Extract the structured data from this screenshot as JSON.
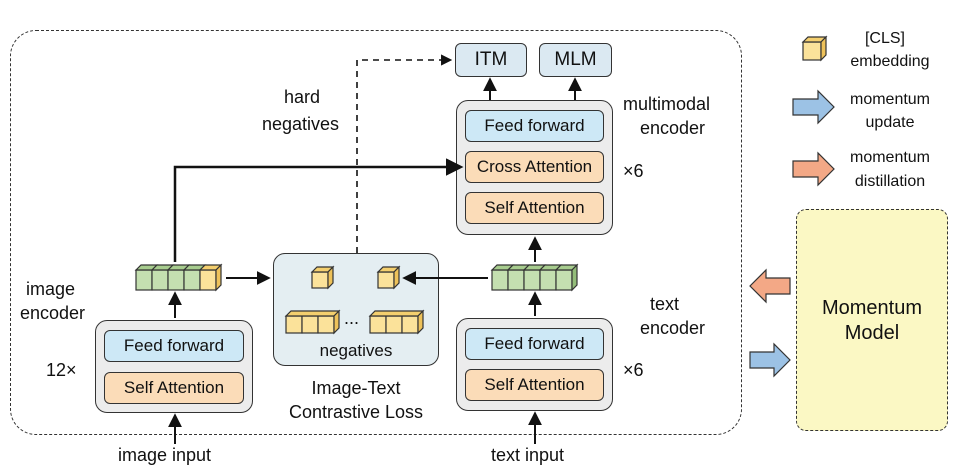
{
  "image_input": "image input",
  "text_input": "text input",
  "image_encoder": {
    "label_line1": "image",
    "label_line2": "encoder",
    "repeat": "12×",
    "feed_forward": "Feed forward",
    "self_attention": "Self Attention"
  },
  "text_encoder": {
    "label_line1": "text",
    "label_line2": "encoder",
    "repeat": "×6",
    "feed_forward": "Feed forward",
    "self_attention": "Self Attention"
  },
  "multimodal_encoder": {
    "label_line1": "multimodal",
    "label_line2": "encoder",
    "repeat": "×6",
    "feed_forward": "Feed forward",
    "cross_attention": "Cross Attention",
    "self_attention": "Self Attention"
  },
  "heads": {
    "itm": "ITM",
    "mlm": "MLM"
  },
  "hard_negatives": {
    "line1": "hard",
    "line2": "negatives"
  },
  "contrastive": {
    "negatives": "negatives",
    "ellipsis": "...",
    "loss_line1": "Image-Text",
    "loss_line2": "Contrastive Loss"
  },
  "legend": {
    "cls_line1": "[CLS]",
    "cls_line2": "embedding",
    "momentum_update_line1": "momentum",
    "momentum_update_line2": "update",
    "momentum_distillation_line1": "momentum",
    "momentum_distillation_line2": "distillation"
  },
  "momentum_model": {
    "line1": "Momentum",
    "line2": "Model"
  },
  "colors": {
    "feed_forward": "#cde8f6",
    "attention": "#fbdcb8",
    "encoder_bg": "#ececec",
    "token_green": "#c4dfb0",
    "token_cls": "#fbe29a",
    "momentum_bg": "#fbf8c4",
    "arrow_update": "#9cc2e5",
    "arrow_distill": "#f3a886"
  }
}
